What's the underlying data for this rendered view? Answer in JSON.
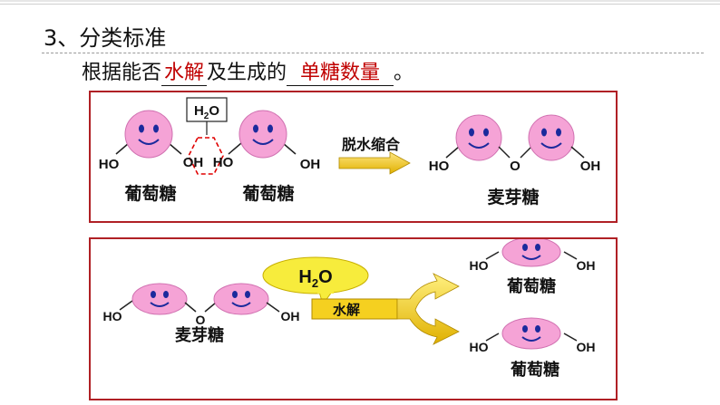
{
  "heading": "3、分类标准",
  "sentence": {
    "prefix": "根据能否",
    "blank1": "水解",
    "middle": "及生成的",
    "blank2": "单糖数量",
    "suffix": "。"
  },
  "panel1": {
    "water_label": "H2O",
    "groups": {
      "ho": "HO",
      "oh": "OH",
      "o": "O"
    },
    "glucose_label": "葡萄糖",
    "arrow_label": "脱水缩合",
    "product_label": "麦芽糖"
  },
  "panel2": {
    "water_label": "H2O",
    "groups": {
      "ho": "HO",
      "oh": "OH",
      "o": "O"
    },
    "maltose_label": "麦芽糖",
    "arrow_label": "水解",
    "glucose_label": "葡萄糖"
  },
  "colors": {
    "panel_border": "#b02025",
    "sugar_fill": "#f5a3d6",
    "sugar_stroke": "#d070b0",
    "fill_blank_text": "#c00000",
    "bond_hex": "#e00000",
    "arrow_fill": "#f5d020",
    "bubble_fill": "#f7ec3c",
    "eye_color": "#1a2a9c"
  }
}
